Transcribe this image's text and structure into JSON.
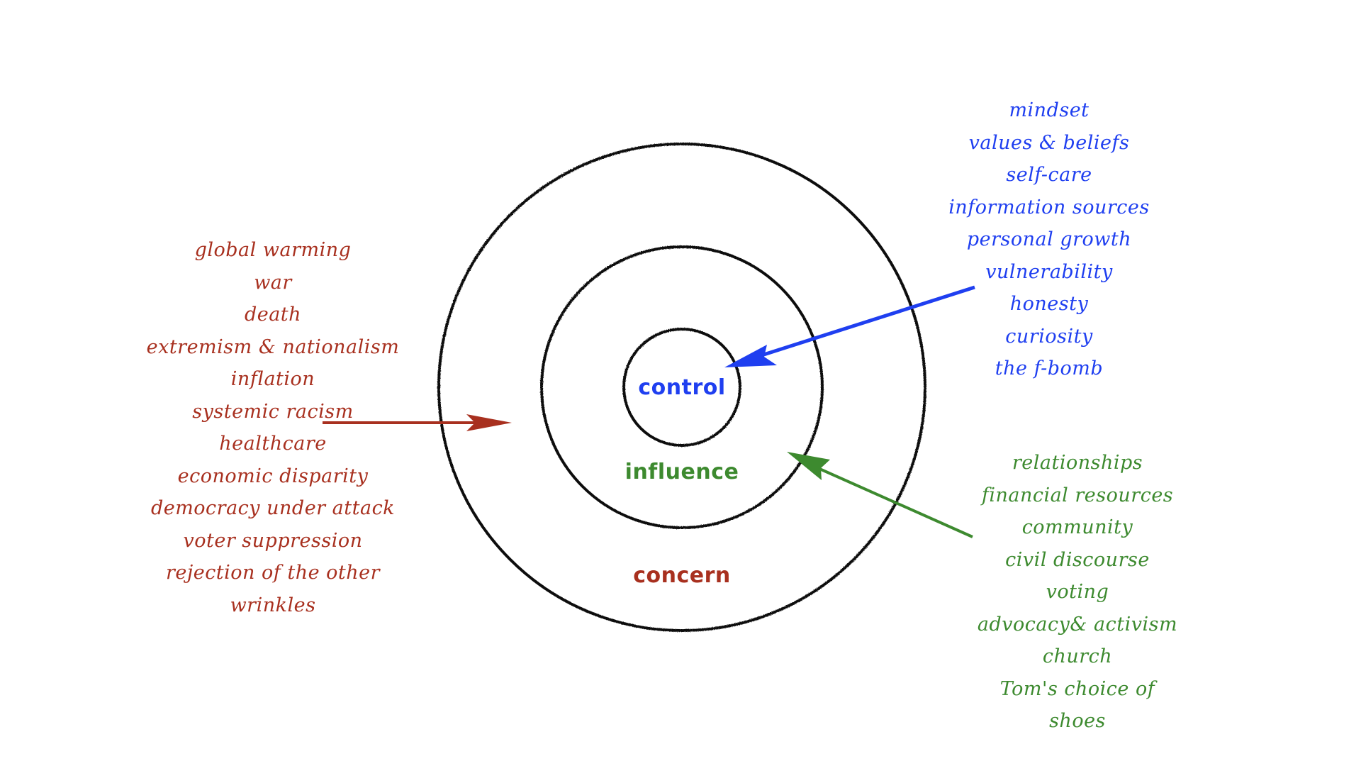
{
  "diagram": {
    "rings": {
      "control": {
        "label": "control",
        "color": "#1f3ff0"
      },
      "influence": {
        "label": "influence",
        "color": "#3d8a2f"
      },
      "concern": {
        "label": "concern",
        "color": "#a8301f"
      }
    },
    "concern_items": [
      "global warming",
      "war",
      "death",
      "extremism & nationalism",
      "inflation",
      "systemic racism",
      "healthcare",
      "economic disparity",
      "democracy under attack",
      "voter suppression",
      "rejection of the other",
      "wrinkles"
    ],
    "control_items": [
      "mindset",
      "values & beliefs",
      "self-care",
      "information sources",
      "personal growth",
      "vulnerability",
      "honesty",
      "curiosity",
      "the f-bomb"
    ],
    "influence_items": [
      "relationships",
      "financial resources",
      "community",
      "civil discourse",
      "voting",
      "advocacy& activism",
      "church",
      "Tom's choice of",
      "shoes"
    ],
    "ring_color": "#111111"
  }
}
